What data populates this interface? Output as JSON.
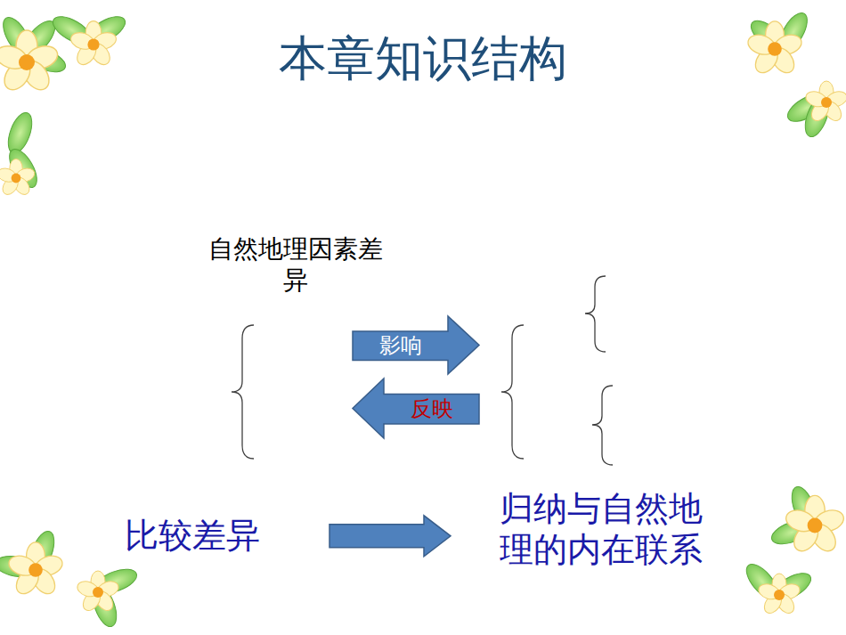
{
  "diagram": {
    "title": "本章知识结构",
    "nodes": [
      {
        "text": [
          "影响"
        ]
      },
      {
        "text": [
          "反映"
        ]
      },
      {
        "text": [
          "比较差异"
        ]
      },
      {
        "text": [
          "归纳与自然地理的内在联系"
        ]
      }
    ],
    "edges": [
      {
        "from": 2,
        "to": 3,
        "arrow": "to"
      }
    ],
    "labels": [
      "自然地理因素差异"
    ]
  }
}
